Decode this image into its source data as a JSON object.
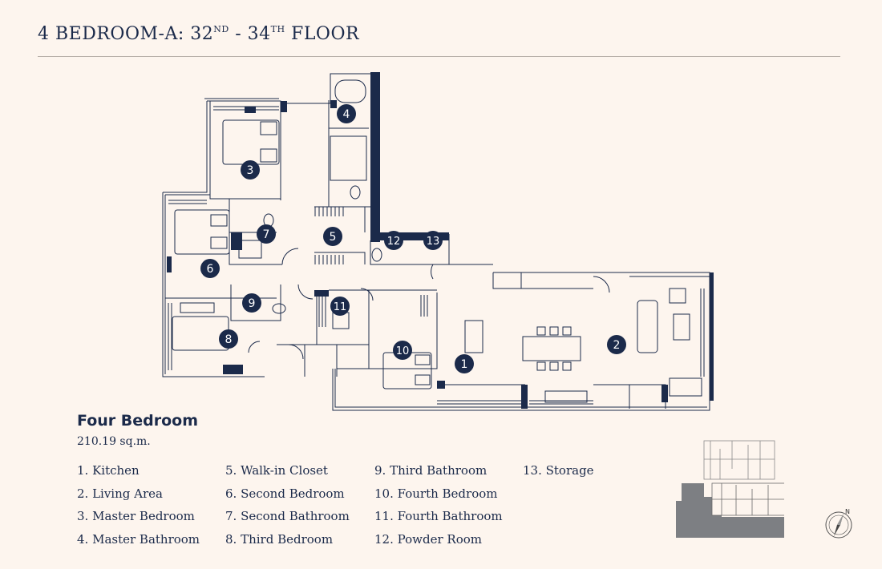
{
  "header": {
    "title_prefix": "4 BEDROOM-A: 32",
    "sup1": "ND",
    "title_mid": " - 34",
    "sup2": "TH",
    "title_suffix": " FLOOR"
  },
  "unit": {
    "name": "Four Bedroom",
    "area": "210.19 sq.m."
  },
  "legend": {
    "col1": [
      "1. Kitchen",
      "2. Living Area",
      "3. Master Bedroom",
      "4. Master Bathroom"
    ],
    "col2": [
      "5. Walk-in Closet",
      "6. Second Bedroom",
      "7. Second Bathroom",
      "8. Third Bedroom"
    ],
    "col3": [
      "9. Third Bathroom",
      "10. Fourth Bedroom",
      "11. Fourth Bathroom",
      "12. Powder Room"
    ],
    "col4": [
      "13. Storage"
    ]
  },
  "room_markers": [
    {
      "label": "1"
    },
    {
      "label": "2"
    },
    {
      "label": "3"
    },
    {
      "label": "4"
    },
    {
      "label": "5"
    },
    {
      "label": "6"
    },
    {
      "label": "7"
    },
    {
      "label": "8"
    },
    {
      "label": "9"
    },
    {
      "label": "10"
    },
    {
      "label": "11"
    },
    {
      "label": "12"
    },
    {
      "label": "13"
    }
  ],
  "compass": {
    "label": "N"
  },
  "colors": {
    "navy": "#1b2a4a",
    "background": "#fdf5ee",
    "keyplan_fill": "#7d7f83"
  }
}
